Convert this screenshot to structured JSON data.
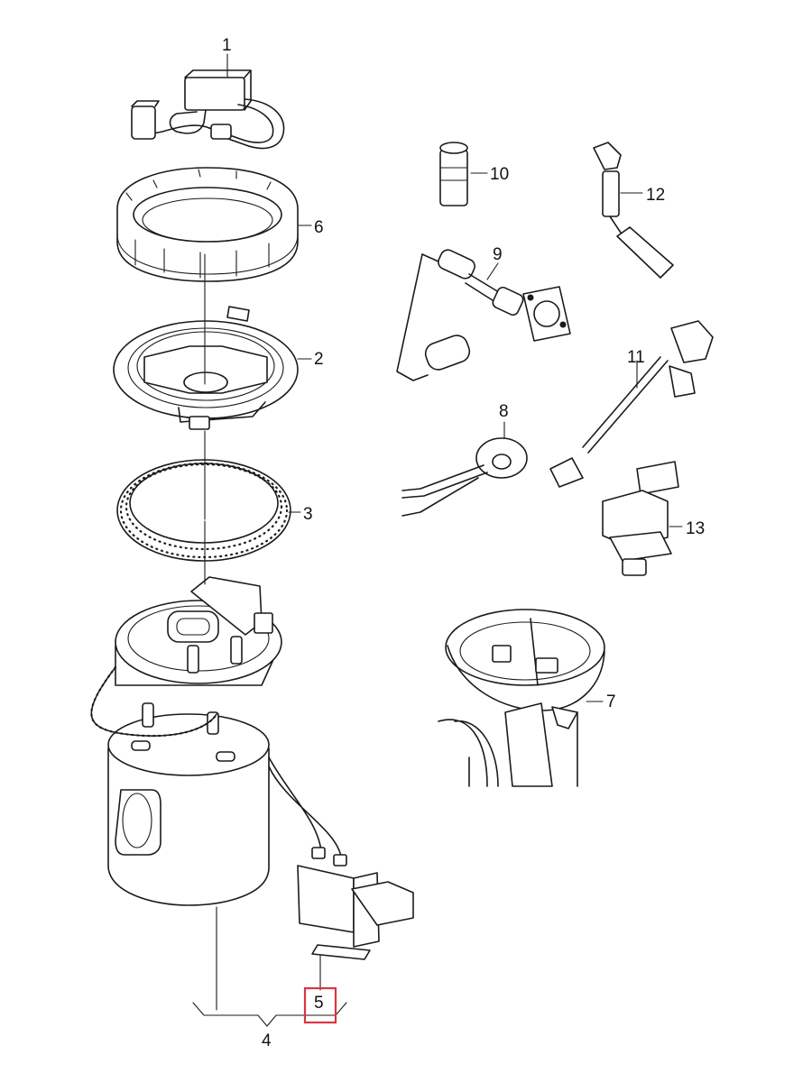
{
  "highlight_color": "#d9363e",
  "callouts": [
    {
      "id": "1",
      "text": "1"
    },
    {
      "id": "2",
      "text": "2"
    },
    {
      "id": "3",
      "text": "3"
    },
    {
      "id": "4",
      "text": "4"
    },
    {
      "id": "5",
      "text": "5",
      "highlighted": true
    },
    {
      "id": "6",
      "text": "6"
    },
    {
      "id": "7",
      "text": "7"
    },
    {
      "id": "8",
      "text": "8"
    },
    {
      "id": "9",
      "text": "9"
    },
    {
      "id": "10",
      "text": "10"
    },
    {
      "id": "11",
      "text": "11"
    },
    {
      "id": "12",
      "text": "12"
    },
    {
      "id": "13",
      "text": "13"
    }
  ],
  "parts_icons": {
    "1": "wiring-harness-icon",
    "2": "flange-seal-plate-icon",
    "3": "gasket-ring-icon",
    "4": "fuel-pump-module-icon",
    "5": "control-unit-icon",
    "6": "locking-ring-icon",
    "7": "fuel-tank-cutaway-icon",
    "8": "fuel-level-sender-icon",
    "9": "suction-jet-pump-icon",
    "10": "connector-plug-icon",
    "11": "sensor-cable-icon",
    "12": "temperature-sensor-icon",
    "13": "valve-unit-icon"
  }
}
